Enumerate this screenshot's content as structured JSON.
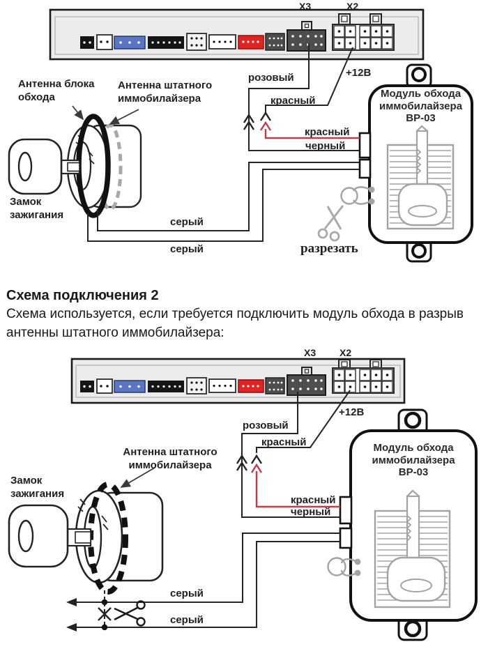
{
  "colors": {
    "wire": "#232323",
    "red_wire": "#c53b44",
    "gray_art": "#a3a3a3",
    "connector_red": "#e02424",
    "connector_blue": "#5b74c4",
    "strip_fill": "#ececec"
  },
  "diagram1": {
    "x3_label": "X3",
    "x2_label": "X2",
    "labels": {
      "pink": "розовый",
      "plus12v": "+12В",
      "red_splice": "красный",
      "red_wire": "красный",
      "black_wire": "черный",
      "gray_wire_1": "серый",
      "gray_wire_2": "серый",
      "cut": "разрезать"
    },
    "callouts": {
      "bypass_antenna": "Антенна блока\nобхода",
      "factory_antenna": "Антенна штатного\nиммобилайзера",
      "ignition_lock": "Замок\nзажигания"
    },
    "module_title": "Модуль обхода\nиммобилайзера\nВР-03"
  },
  "section": {
    "heading": "Схема подключения 2",
    "body_line1": "Схема используется, если требуется подключить модуль обхода в разрыв",
    "body_line2": "антенны штатного иммобилайзера:"
  },
  "diagram2": {
    "x3_label": "X3",
    "x2_label": "X2",
    "labels": {
      "pink": "розовый",
      "plus12v": "+12В",
      "red_splice": "красный",
      "red_wire": "красный",
      "black_wire": "черный",
      "gray_wire_1": "серый",
      "gray_wire_2": "серый"
    },
    "callouts": {
      "factory_antenna": "Антенна штатного\nиммобилайзера",
      "ignition_lock": "Замок\nзажигания"
    },
    "module_title": "Модуль обхода\nиммобилайзера\nВР-03"
  }
}
